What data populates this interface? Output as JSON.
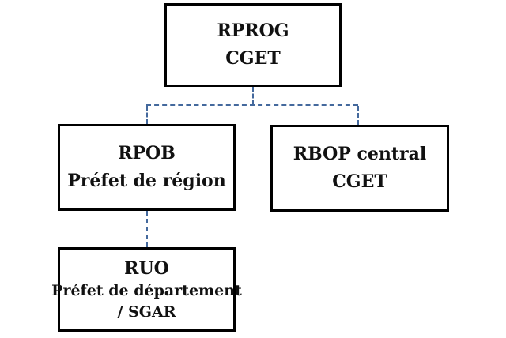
{
  "diagram": {
    "title": "Budget responsibility chain diagram",
    "connector_color": "#44699D",
    "box_border_color": "#000000",
    "text_color": "#111111",
    "nodes": {
      "rprog": {
        "line1": "RPROG",
        "line2": "CGET"
      },
      "rpob": {
        "line1": "RPOB",
        "line2": "Préfet de région"
      },
      "rbop": {
        "line1": "RBOP central",
        "line2": "CGET"
      },
      "ruo": {
        "line1": "RUO",
        "line2": "Préfet de département",
        "line3": "/ SGAR"
      }
    },
    "edges": [
      {
        "from": "rprog",
        "to": "rpob",
        "style": "dashed"
      },
      {
        "from": "rprog",
        "to": "rbop",
        "style": "dashed"
      },
      {
        "from": "rpob",
        "to": "ruo",
        "style": "dashed"
      }
    ]
  }
}
